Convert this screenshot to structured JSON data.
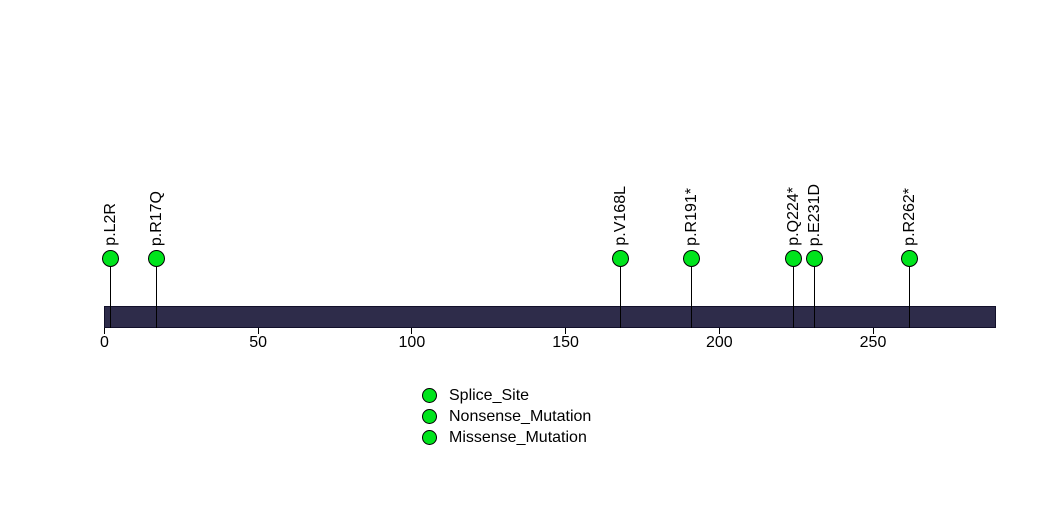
{
  "chart_data": {
    "type": "lollipop",
    "title": "",
    "xlabel": "",
    "ylabel": "",
    "xlim": [
      0,
      290
    ],
    "x_ticks": [
      0,
      50,
      100,
      150,
      200,
      250
    ],
    "grid": false,
    "background_color": "#ffffff",
    "protein_bar": {
      "start": 0,
      "end": 290,
      "color": "#2e2c4a"
    },
    "marker_color": "#00e41c",
    "mutations": [
      {
        "label": "p.L2R",
        "position": 2,
        "color": "#00e41c"
      },
      {
        "label": "p.R17Q",
        "position": 17,
        "color": "#00e41c"
      },
      {
        "label": "p.V168L",
        "position": 168,
        "color": "#00e41c"
      },
      {
        "label": "p.R191*",
        "position": 191,
        "color": "#00e41c"
      },
      {
        "label": "p.Q224*",
        "position": 224,
        "color": "#00e41c"
      },
      {
        "label": "p.E231D",
        "position": 231,
        "color": "#00e41c"
      },
      {
        "label": "p.R262*",
        "position": 262,
        "color": "#00e41c"
      }
    ],
    "legend": {
      "position": "bottom-center",
      "items": [
        {
          "label": "Splice_Site",
          "color": "#00e41c"
        },
        {
          "label": "Nonsense_Mutation",
          "color": "#00e41c"
        },
        {
          "label": "Missense_Mutation",
          "color": "#00e41c"
        }
      ]
    }
  }
}
